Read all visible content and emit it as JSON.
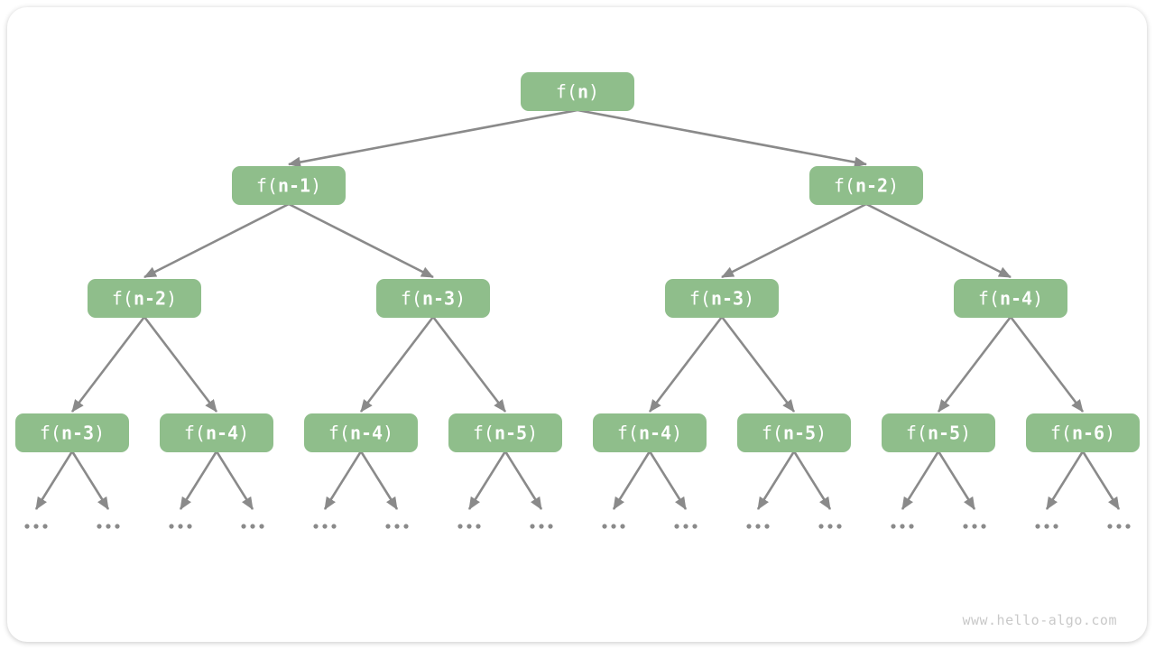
{
  "diagram": {
    "type": "recursion-tree",
    "watermark": "www.hello-algo.com",
    "ellipsis_label": "...",
    "colors": {
      "node_fill": "#8fbe8b",
      "node_text": "#ffffff",
      "arrow": "#8a8a8a",
      "ellipsis": "#8a8a8a",
      "watermark": "#c9c9c9",
      "card_bg": "#ffffff"
    },
    "tree": {
      "label": "f(n)",
      "children": [
        {
          "label": "f(n-1)",
          "children": [
            {
              "label": "f(n-2)",
              "children": [
                {
                  "label": "f(n-3)",
                  "children": [
                    {
                      "label": "..."
                    },
                    {
                      "label": "..."
                    }
                  ]
                },
                {
                  "label": "f(n-4)",
                  "children": [
                    {
                      "label": "..."
                    },
                    {
                      "label": "..."
                    }
                  ]
                }
              ]
            },
            {
              "label": "f(n-3)",
              "children": [
                {
                  "label": "f(n-4)",
                  "children": [
                    {
                      "label": "..."
                    },
                    {
                      "label": "..."
                    }
                  ]
                },
                {
                  "label": "f(n-5)",
                  "children": [
                    {
                      "label": "..."
                    },
                    {
                      "label": "..."
                    }
                  ]
                }
              ]
            }
          ]
        },
        {
          "label": "f(n-2)",
          "children": [
            {
              "label": "f(n-3)",
              "children": [
                {
                  "label": "f(n-4)",
                  "children": [
                    {
                      "label": "..."
                    },
                    {
                      "label": "..."
                    }
                  ]
                },
                {
                  "label": "f(n-5)",
                  "children": [
                    {
                      "label": "..."
                    },
                    {
                      "label": "..."
                    }
                  ]
                }
              ]
            },
            {
              "label": "f(n-4)",
              "children": [
                {
                  "label": "f(n-5)",
                  "children": [
                    {
                      "label": "..."
                    },
                    {
                      "label": "..."
                    }
                  ]
                },
                {
                  "label": "f(n-6)",
                  "children": [
                    {
                      "label": "..."
                    },
                    {
                      "label": "..."
                    }
                  ]
                }
              ]
            }
          ]
        }
      ]
    }
  }
}
